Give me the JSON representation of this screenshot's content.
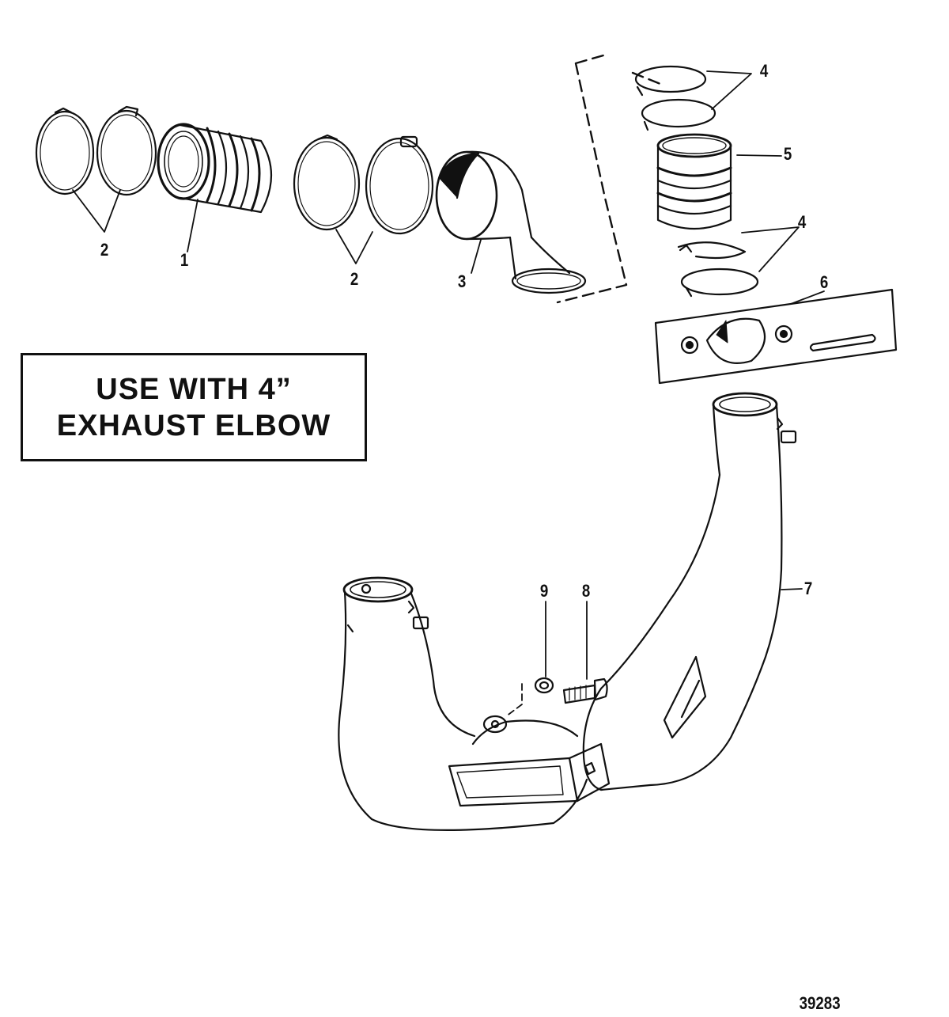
{
  "note": {
    "line1": "USE WITH 4”",
    "line2": "EXHAUST ELBOW"
  },
  "callouts": {
    "c1": "1",
    "c2a": "2",
    "c2b": "2",
    "c3": "3",
    "c4a": "4",
    "c4b": "4",
    "c5": "5",
    "c6": "6",
    "c7": "7",
    "c8": "8",
    "c9": "9"
  },
  "figure_id": "39283"
}
